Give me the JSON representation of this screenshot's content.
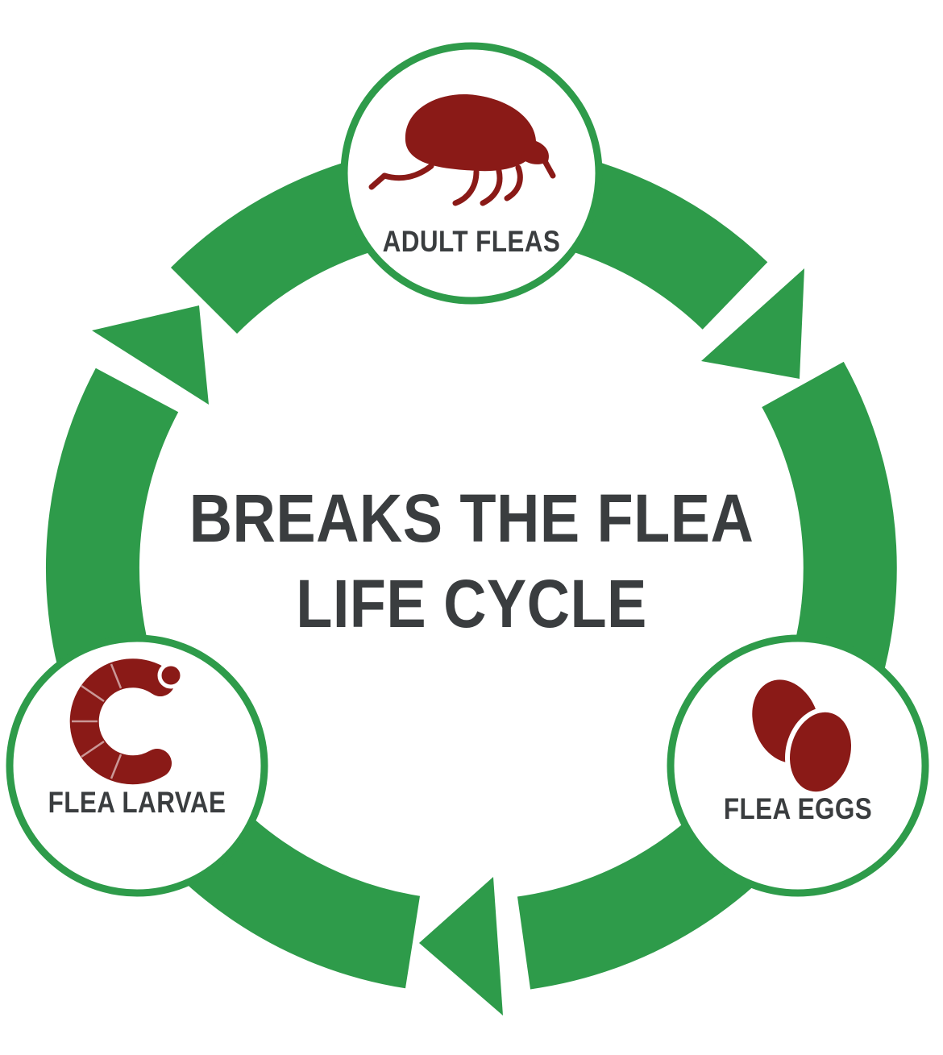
{
  "colors": {
    "green": "#2e9b4a",
    "maroon": "#8a1a17",
    "text": "#3a3d3f",
    "background": "#ffffff"
  },
  "title": {
    "line1": "BREAKS THE FLEA",
    "line2": "LIFE CYCLE"
  },
  "cycle": {
    "type": "circular-life-cycle",
    "direction": "clockwise",
    "stages": [
      {
        "label": "ADULT FLEAS",
        "icon": "adult-flea-icon",
        "position": "top"
      },
      {
        "label": "FLEA EGGS",
        "icon": "flea-eggs-icon",
        "position": "bottom-right"
      },
      {
        "label": "FLEA LARVAE",
        "icon": "flea-larva-icon",
        "position": "bottom-left"
      }
    ]
  }
}
